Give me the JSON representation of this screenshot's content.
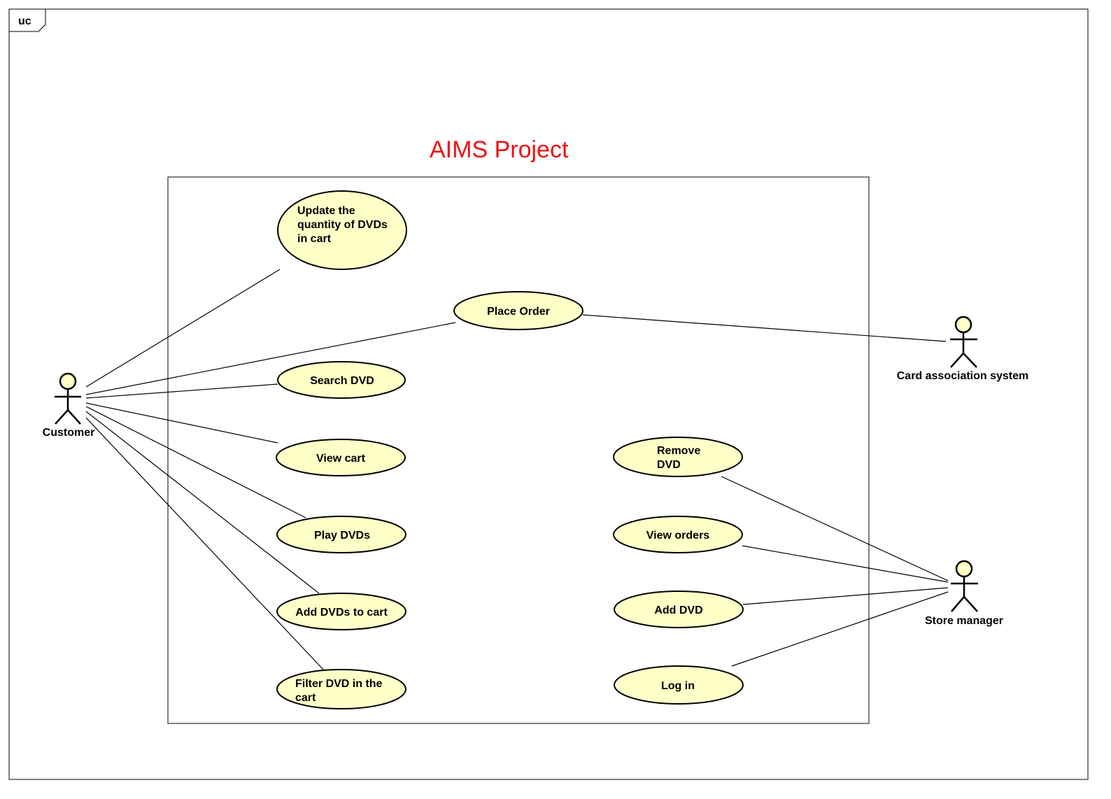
{
  "frame": {
    "tag": "uc"
  },
  "system": {
    "title": "AIMS Project"
  },
  "colors": {
    "usecase_fill": "#ffffc8",
    "actor_fill": "#ffffc8",
    "title": "#ee1111",
    "line": "#000000"
  },
  "actors": {
    "customer": {
      "label": "Customer"
    },
    "card_system": {
      "label": "Card association system"
    },
    "store_manager": {
      "label": "Store manager"
    }
  },
  "use_cases": {
    "update_quantity": {
      "lines": [
        "Update the",
        "quantity of DVDs",
        "in cart"
      ]
    },
    "place_order": {
      "lines": [
        "Place Order"
      ]
    },
    "search_dvd": {
      "lines": [
        "Search DVD"
      ]
    },
    "view_cart": {
      "lines": [
        "View cart"
      ]
    },
    "play_dvds": {
      "lines": [
        "Play DVDs"
      ]
    },
    "add_dvds_to_cart": {
      "lines": [
        "Add DVDs to cart"
      ]
    },
    "filter_dvd": {
      "lines": [
        "Filter DVD in the",
        "cart"
      ]
    },
    "remove_dvd": {
      "lines": [
        "Remove",
        "DVD"
      ]
    },
    "view_orders": {
      "lines": [
        "View orders"
      ]
    },
    "add_dvd": {
      "lines": [
        "Add DVD"
      ]
    },
    "log_in": {
      "lines": [
        "Log in"
      ]
    }
  },
  "associations": [
    {
      "from": "customer",
      "to": "update_quantity"
    },
    {
      "from": "customer",
      "to": "place_order"
    },
    {
      "from": "customer",
      "to": "search_dvd"
    },
    {
      "from": "customer",
      "to": "view_cart"
    },
    {
      "from": "customer",
      "to": "play_dvds"
    },
    {
      "from": "customer",
      "to": "add_dvds_to_cart"
    },
    {
      "from": "customer",
      "to": "filter_dvd"
    },
    {
      "from": "card_system",
      "to": "place_order"
    },
    {
      "from": "store_manager",
      "to": "remove_dvd"
    },
    {
      "from": "store_manager",
      "to": "view_orders"
    },
    {
      "from": "store_manager",
      "to": "add_dvd"
    },
    {
      "from": "store_manager",
      "to": "log_in"
    }
  ]
}
